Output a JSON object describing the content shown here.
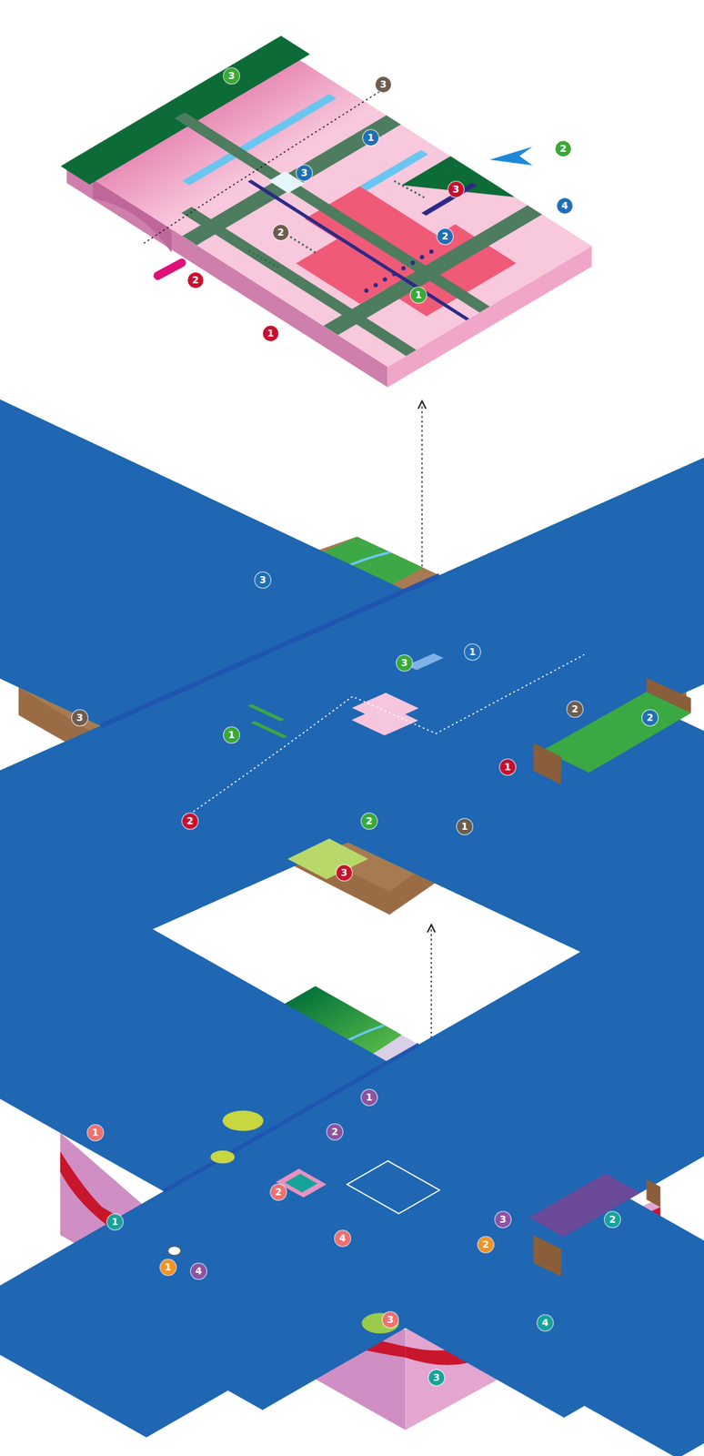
{
  "diagram": {
    "labels": [
      "3",
      "3",
      "1",
      "2",
      "3",
      "4",
      "3",
      "2",
      "2",
      "1",
      "2",
      "1",
      "3",
      "1",
      "3",
      "3",
      "2",
      "2",
      "1",
      "1",
      "2",
      "2",
      "1",
      "3",
      "1",
      "1",
      "2",
      "2",
      "1",
      "3",
      "2",
      "4",
      "2",
      "1",
      "4",
      "3",
      "4",
      "3"
    ]
  }
}
